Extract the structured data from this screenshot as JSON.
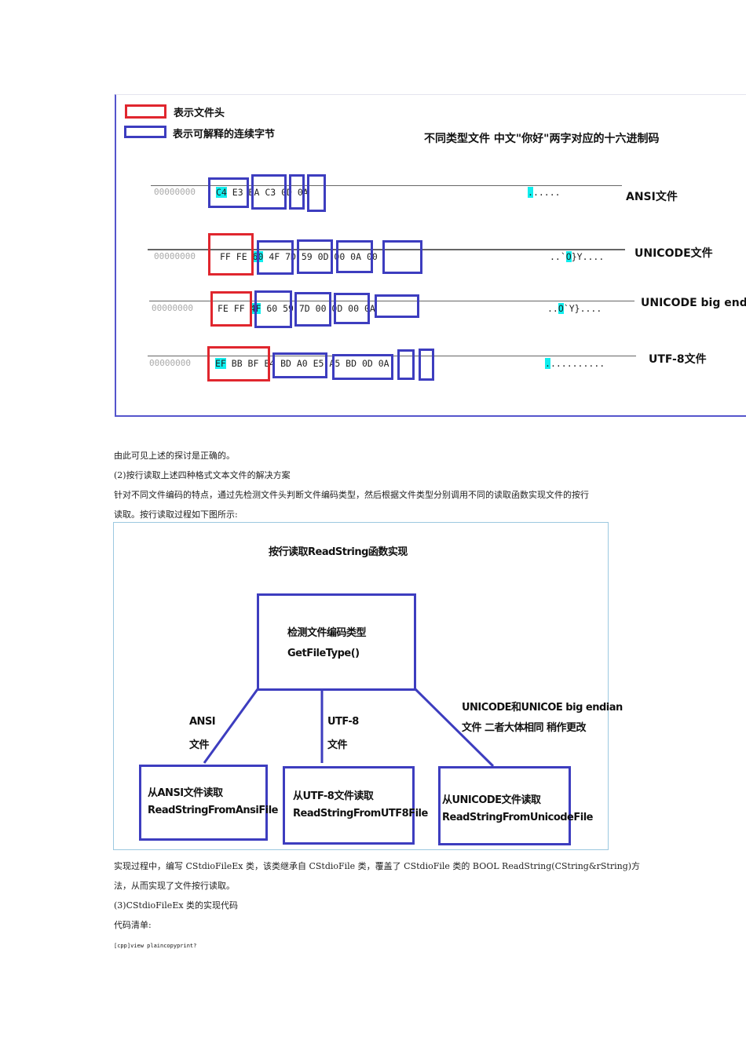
{
  "figure1": {
    "legend": [
      {
        "label": "表示文件头",
        "color": "#e0262e"
      },
      {
        "label": "表示可解释的连续字节",
        "color": "#3d3dbf"
      }
    ],
    "title": "不同类型文件  中文\"你好\"两字对应的十六进制码",
    "rows": [
      {
        "offset": "00000000",
        "hex_first": "C4",
        "hex_rest": " E3 BA C3 0D 0A",
        "text_first": ".",
        "text_rest": ".....",
        "label": "ANSI文件"
      },
      {
        "offset": "00000000",
        "hex_pre": "FF FE ",
        "hex_first": "60",
        "hex_rest": " 4F 7D 59 0D 00 0A 00",
        "text_pre": "..`",
        "text_first": "O",
        "text_rest": "}Y....",
        "label": "UNICODE文件"
      },
      {
        "offset": "00000000",
        "hex_pre": "FE FF ",
        "hex_first": "4F",
        "hex_rest": " 60 59 7D 00 0D 00 0A",
        "text_pre": "..",
        "text_first": "O",
        "text_rest": "`Y}....",
        "label": "UNICODE big endian"
      },
      {
        "offset": "00000000",
        "hex_first": "EF",
        "hex_rest": " BB BF E4 BD A0 E5 A5 BD 0D 0A",
        "text_first": ".",
        "text_rest": "..........",
        "label": "UTF-8文件"
      }
    ]
  },
  "paragraphs1": [
    "由此可见上述的探讨是正确的。",
    "(2)按行读取上述四种格式文本文件的解决方案",
    "针对不同文件编码的特点，通过先检测文件头判断文件编码类型，然后根据文件类型分别调用不同的读取函数实现文件的按行",
    "读取。按行读取过程如下图所示:"
  ],
  "flowchart": {
    "title": "按行读取ReadString函数实现",
    "top": {
      "line1": "检测文件编码类型",
      "line2": "GetFileType()"
    },
    "edges": [
      {
        "line1": "ANSI",
        "line2": "文件"
      },
      {
        "line1": "UTF-8",
        "line2": "文件"
      },
      {
        "line1": "UNICODE和UNICOE big endian",
        "line2": "文件  二者大体相同 稍作更改"
      }
    ],
    "boxes": [
      {
        "line1": "从ANSI文件读取",
        "line2": "ReadStringFromAnsiFile"
      },
      {
        "line1": "从UTF-8文件读取",
        "line2": "ReadStringFromUTF8File"
      },
      {
        "line1": "从UNICODE文件读取",
        "line2": "ReadStringFromUnicodeFile"
      }
    ]
  },
  "paragraphs2": [
    "实现过程中，编写 CStdioFileEx 类，该类继承自 CStdioFile 类，覆盖了 CStdioFile 类的 BOOL ReadString(CString&rString)方",
    "法，从而实现了文件按行读取。",
    "(3)CStdioFileEx 类的实现代码",
    "代码清单:"
  ],
  "code_toolbar": "[cpp]view plaincopyprint?"
}
